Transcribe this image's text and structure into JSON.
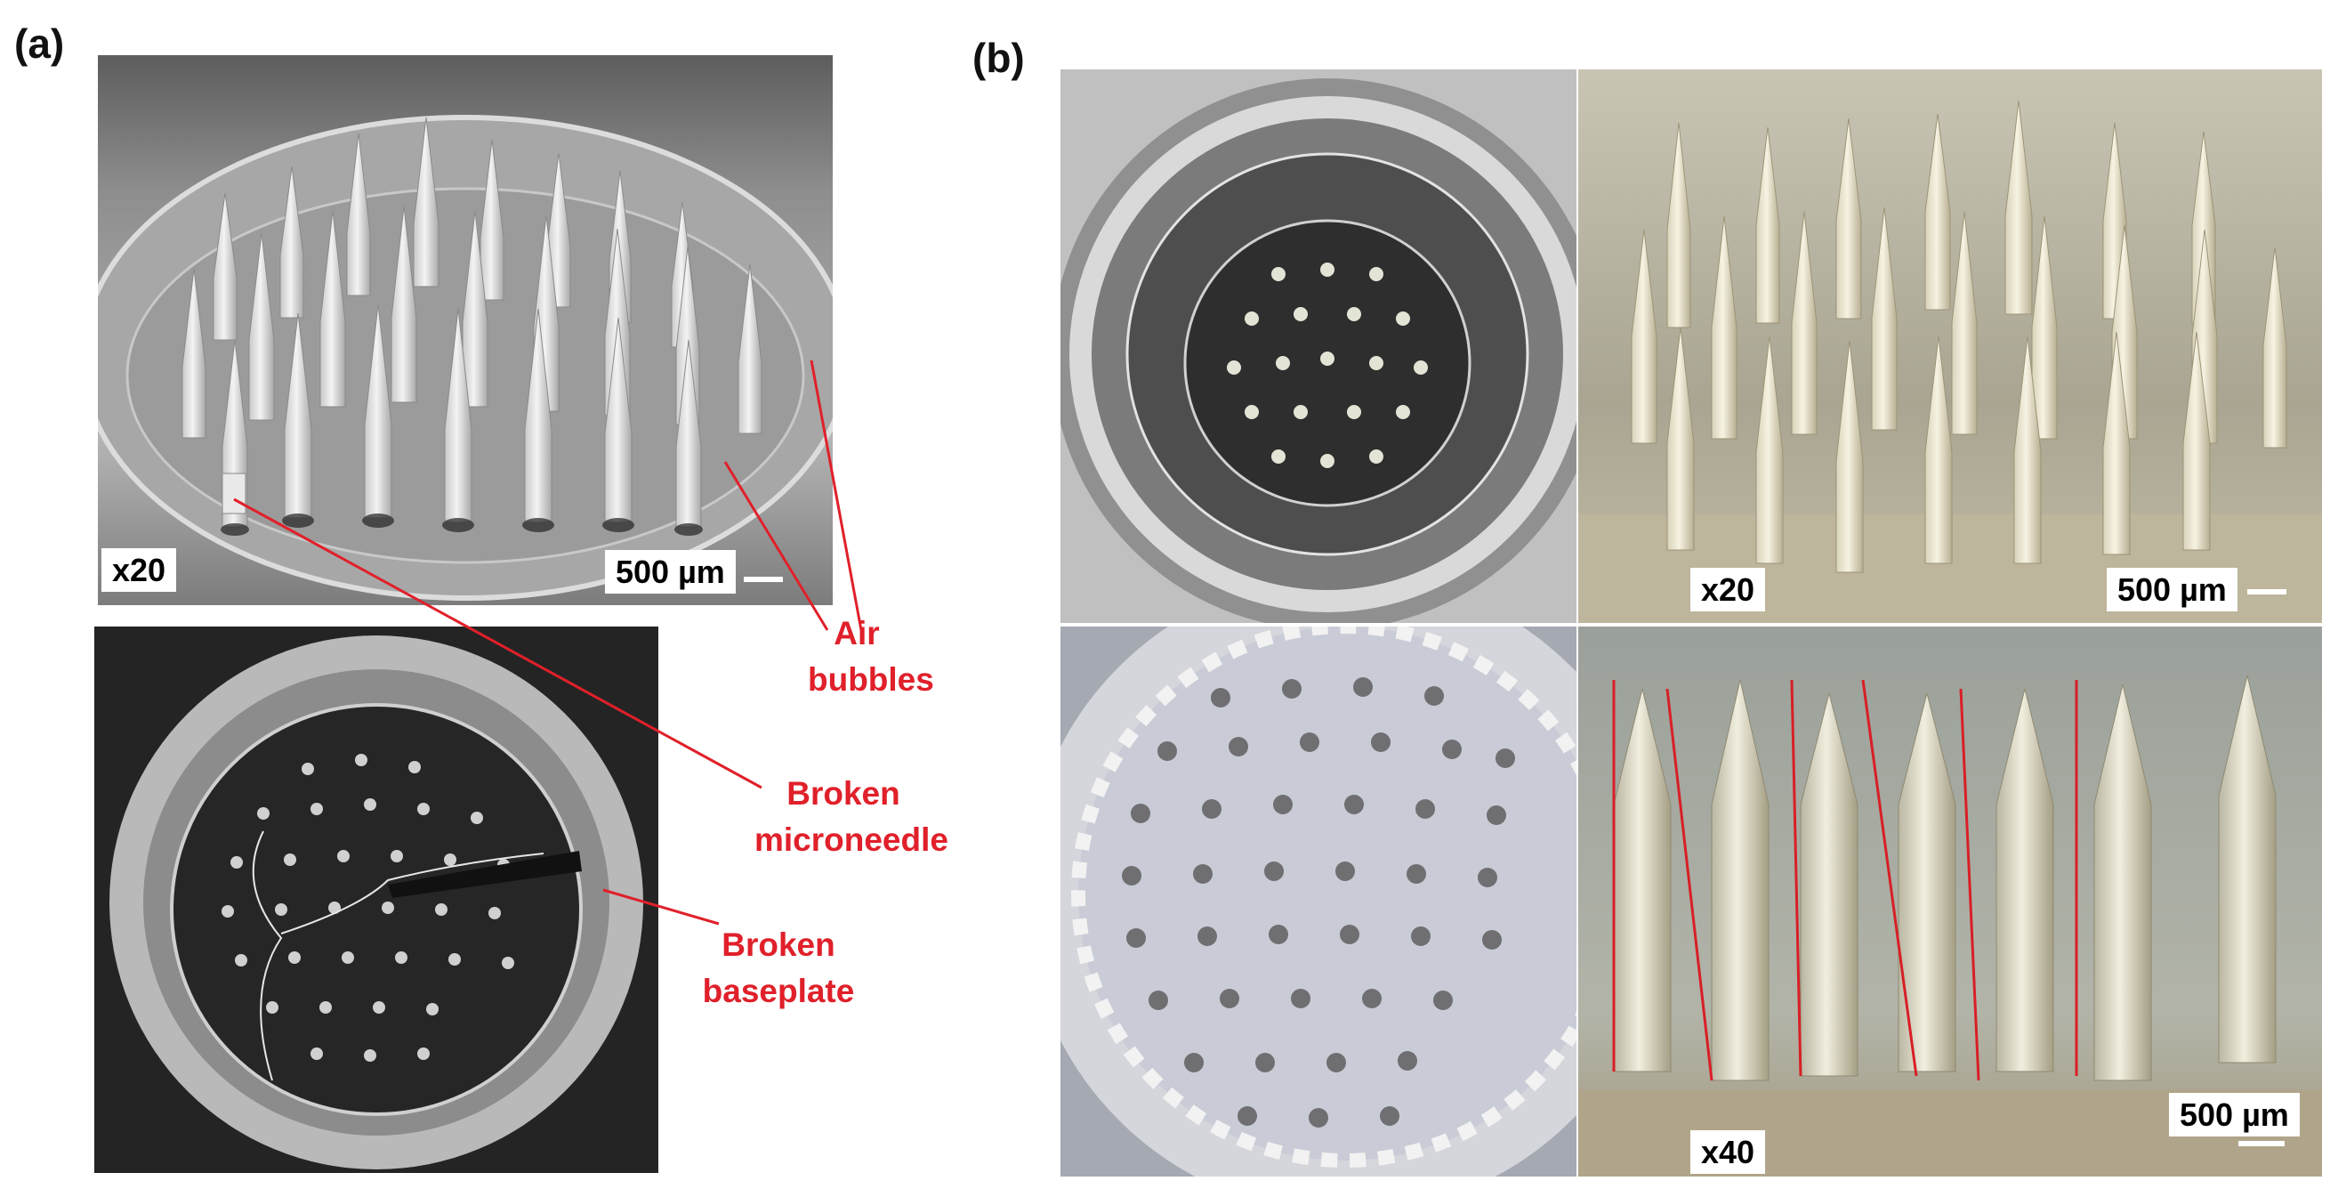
{
  "panel_a": {
    "letter": "(a)",
    "top_photo": {
      "magnification": "x20",
      "scale_label": "500 µm"
    },
    "annotations": {
      "air_bubbles": {
        "line1": "Air",
        "line2": "bubbles"
      },
      "broken_microneedle": {
        "line1": "Broken",
        "line2": "microneedle"
      },
      "broken_baseplate": {
        "line1": "Broken",
        "line2": "baseplate"
      }
    }
  },
  "panel_b": {
    "letter": "(b)",
    "top_right_photo": {
      "magnification": "x20",
      "scale_label": "500 µm"
    },
    "bottom_right_photo": {
      "magnification": "x40",
      "scale_label": "500 µm"
    }
  },
  "colors": {
    "annotation_red": "#e0202a"
  }
}
